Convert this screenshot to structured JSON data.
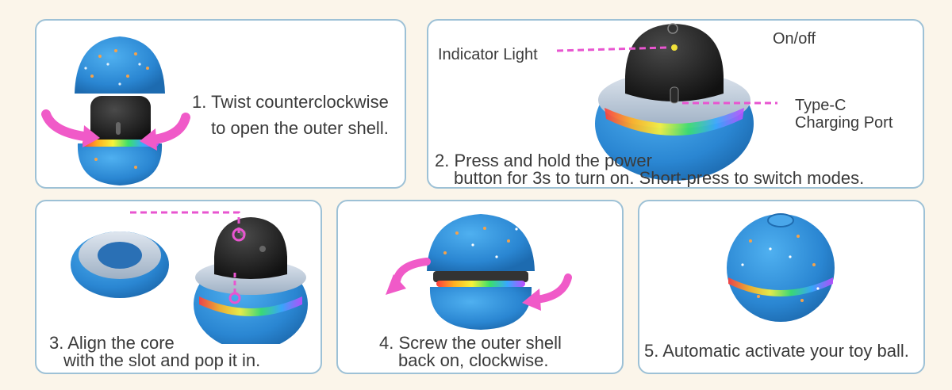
{
  "step1": {
    "line1": "1. Twist counterclockwise",
    "line2": "to open the outer shell."
  },
  "step2": {
    "indicator_label": "Indicator Light",
    "onoff_label": "On/off",
    "typec_line1": "Type-C",
    "typec_line2": "Charging Port",
    "line1": "2. Press and hold the power",
    "line2": "button for 3s to turn on. Short-press to switch modes."
  },
  "step3": {
    "line1": "3. Align the core",
    "line2": "with the slot and pop it in."
  },
  "step4": {
    "line1": "4. Screw the outer shell",
    "line2": "back on, clockwise."
  },
  "step5": {
    "line1": "5. Automatic activate your toy ball."
  },
  "colors": {
    "card_border": "#9dc1d6",
    "ball_blue": "#2f8fd8",
    "arrow_pink": "#f05ac8",
    "guide_pink": "#e855d0"
  }
}
